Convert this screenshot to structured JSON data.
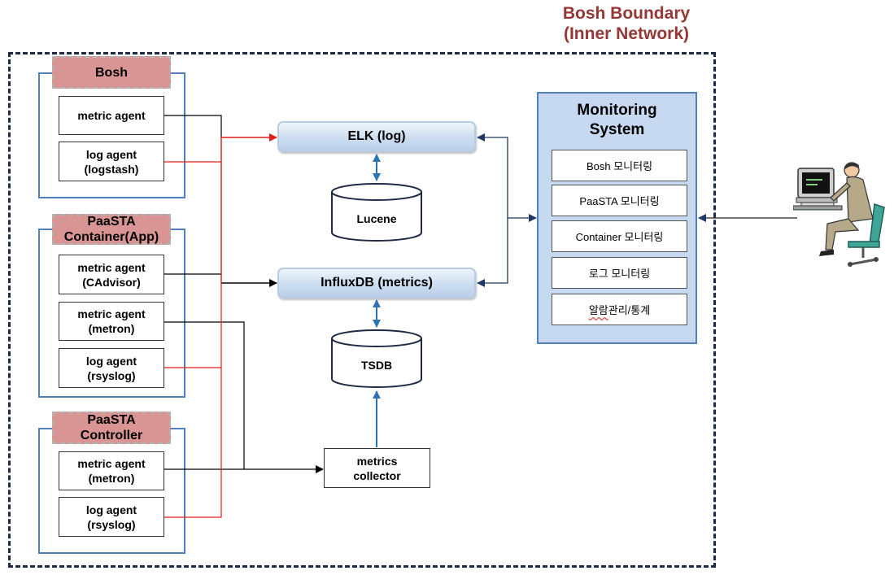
{
  "boundary": {
    "title_line1": "Bosh Boundary",
    "title_line2": "(Inner Network)"
  },
  "groups": {
    "bosh": {
      "header": "Bosh",
      "agents": [
        "metric agent",
        "log agent\n(logstash)"
      ]
    },
    "container": {
      "header": "PaaSTA\nContainer(App)",
      "agents": [
        "metric agent\n(CAdvisor)",
        "metric agent\n(metron)",
        "log agent\n(rsyslog)"
      ]
    },
    "controller": {
      "header": "PaaSTA\nController",
      "agents": [
        "metric agent\n(metron)",
        "log agent\n(rsyslog)"
      ]
    }
  },
  "stores": {
    "elk": "ELK (log)",
    "lucene": "Lucene",
    "influx": "InfluxDB (metrics)",
    "tsdb": "TSDB",
    "collector": "metrics\ncollector"
  },
  "monitoring": {
    "title": "Monitoring\nSystem",
    "items": [
      {
        "text": "Bosh 모니터링"
      },
      {
        "text": "PaaSTA 모니터링"
      },
      {
        "text": "Container 모니터링"
      },
      {
        "text": "로그 모니터링"
      },
      {
        "pre": "알람",
        "post": " 관리/통계"
      }
    ]
  },
  "colors": {
    "log_line": "#e31c1c",
    "metric_line": "#000000",
    "link_line": "#1f3864",
    "store_arrow": "#2e74b5",
    "group_header": "#d99594",
    "boundary_title": "#953735"
  },
  "icons": {
    "user": "user-at-computer-icon",
    "storage": "database-cylinder-icon"
  }
}
